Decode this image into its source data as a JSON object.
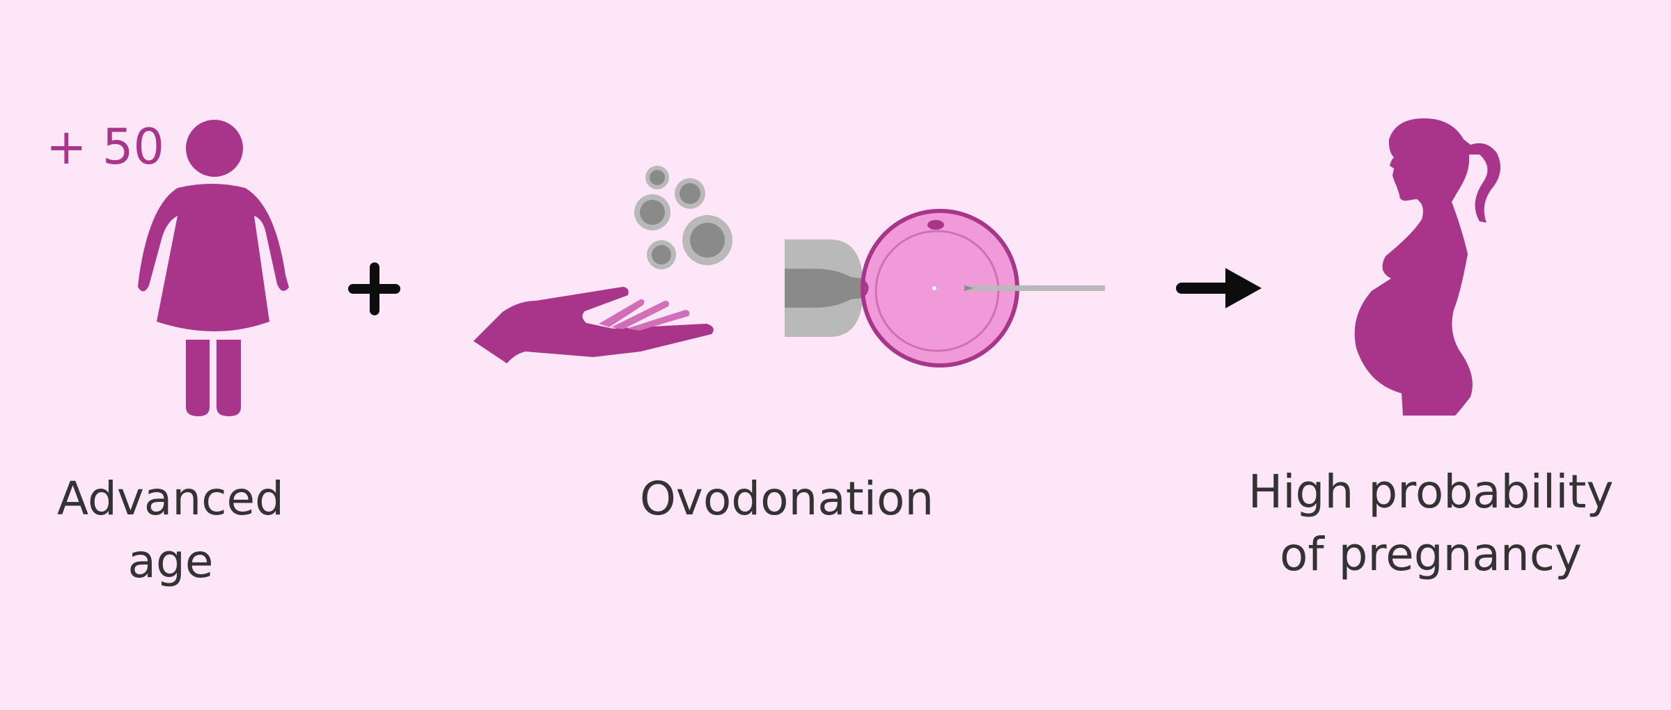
{
  "colors": {
    "background": "#fee6f9",
    "magenta": "#a9358b",
    "magenta_light": "#d26db7",
    "egg_fill": "#f09ad9",
    "gray": "#8a8a8a",
    "gray_light": "#b9b9b9",
    "text": "#333333",
    "black": "#0d0d0d"
  },
  "age_badge": "+ 50",
  "labels": {
    "advanced_age": [
      "Advanced",
      "age"
    ],
    "ovodonation": "Ovodonation",
    "pregnancy": [
      "High probability",
      "of pregnancy"
    ]
  },
  "icons": {
    "woman": "woman-icon",
    "plus": "plus-icon",
    "hand": "hand-icon",
    "oocytes": "oocytes-icon",
    "injection": "icsi-injection-icon",
    "arrow": "arrow-right-icon",
    "pregnant": "pregnant-woman-icon"
  }
}
